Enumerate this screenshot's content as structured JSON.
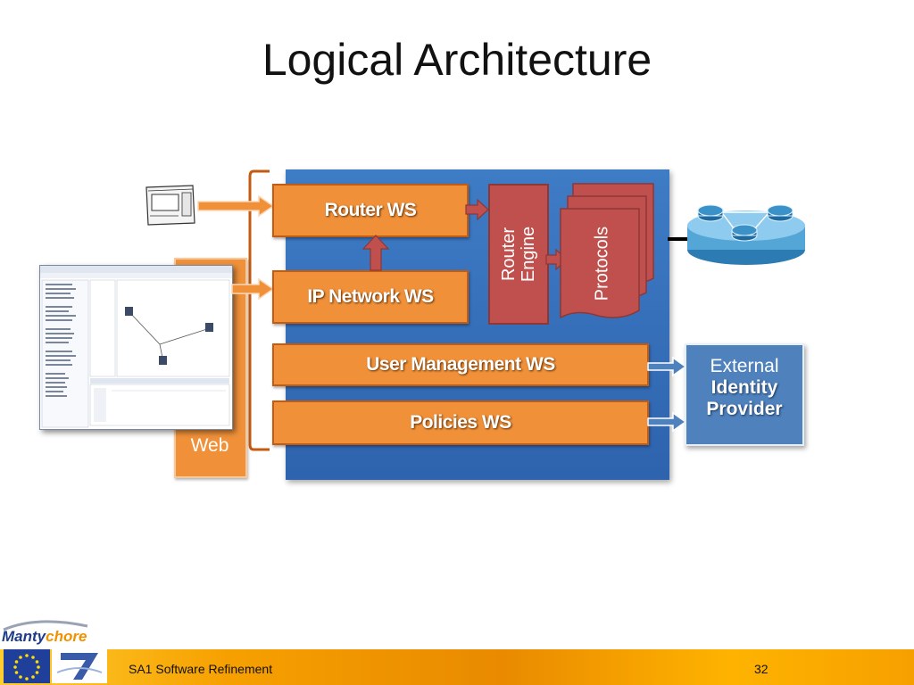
{
  "slide": {
    "title": "Logical Architecture",
    "footer_text": "SA1 Software Refinement",
    "page_number": "32"
  },
  "diagram": {
    "router_ws": "Router WS",
    "ip_network_ws": "IP Network WS",
    "user_management_ws": "User Management WS",
    "policies_ws": "Policies WS",
    "router_engine_line1": "Router",
    "router_engine_line2": "Engine",
    "protocols": "Protocols",
    "web": "Web",
    "external_line1": "External",
    "external_line2": "Identity",
    "external_line3": "Provider"
  },
  "logo": {
    "part1": "Manty",
    "part2": "chore"
  },
  "colors": {
    "ws_box": "#f0913a",
    "ws_border": "#c55a11",
    "panel_blue": "#3f7cc6",
    "router_red": "#c0504d",
    "external_blue": "#4f81bd",
    "footer_orange": "#f6a000"
  },
  "icons": [
    "terminal-device-icon",
    "application-screenshot",
    "router-network-icon",
    "eu-flag-logo",
    "fp7-logo"
  ]
}
